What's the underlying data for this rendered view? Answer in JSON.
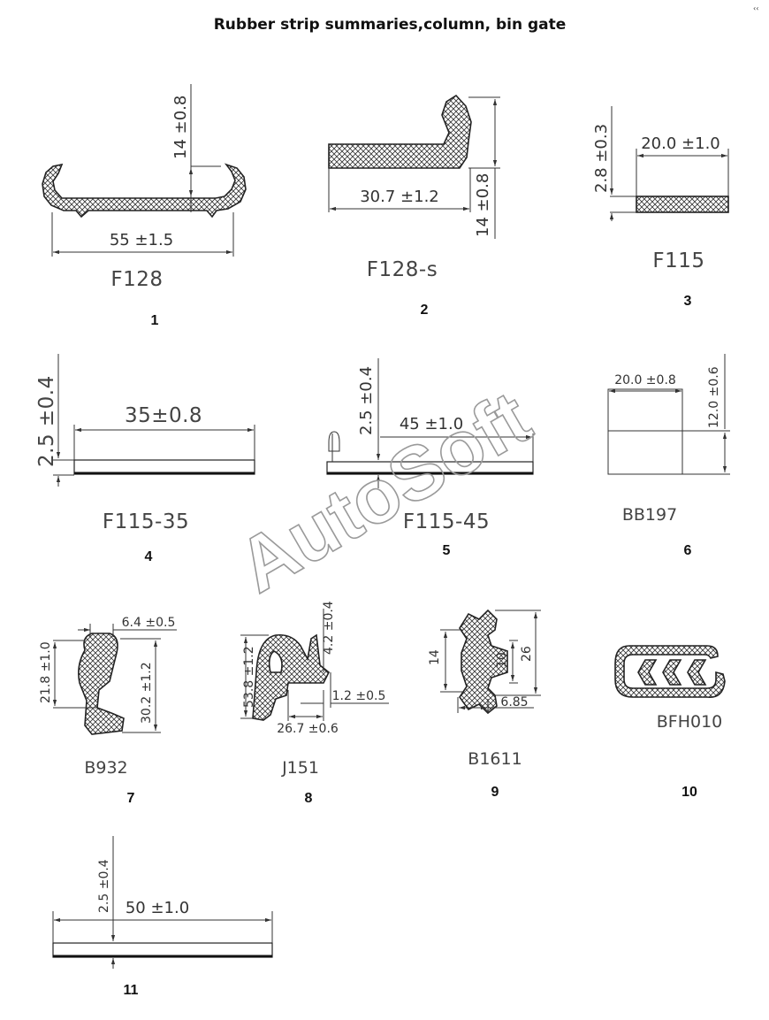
{
  "page": {
    "title": "Rubber strip summaries,column, bin gate",
    "corner_mark": "‹‹"
  },
  "watermark": {
    "text": "AutoSoft"
  },
  "items": [
    {
      "number": "1",
      "code": "F128",
      "dims": [
        "14 ±0.8",
        "55 ±1.5"
      ]
    },
    {
      "number": "2",
      "code": "F128-s",
      "dims": [
        "30.7 ±1.2",
        "14 ±0.8"
      ]
    },
    {
      "number": "3",
      "code": "F115",
      "dims": [
        "20.0 ±1.0",
        "2.8 ±0.3"
      ]
    },
    {
      "number": "4",
      "code": "F115-35",
      "dims": [
        "35±0.8",
        "2.5 ±0.4"
      ]
    },
    {
      "number": "5",
      "code": "F115-45",
      "dims": [
        "45 ±1.0",
        "2.5 ±0.4"
      ]
    },
    {
      "number": "6",
      "code": "BB197",
      "dims": [
        "20.0 ±0.8",
        "12.0 ±0.6"
      ]
    },
    {
      "number": "7",
      "code": "B932",
      "dims": [
        "6.4 ±0.5",
        "21.8 ±1.0",
        "30.2 ±1.2"
      ]
    },
    {
      "number": "8",
      "code": "J151",
      "dims": [
        "53.8 ±1.2",
        "4.2 ±0.4",
        "1.2 ±0.5",
        "26.7 ±0.6"
      ]
    },
    {
      "number": "9",
      "code": "B1611",
      "dims": [
        "14",
        "10",
        "26",
        "6.85"
      ]
    },
    {
      "number": "10",
      "code": "BFH010",
      "dims": []
    },
    {
      "number": "11",
      "code": "",
      "dims": [
        "2.5 ±0.4",
        "50 ±1.0"
      ]
    }
  ]
}
